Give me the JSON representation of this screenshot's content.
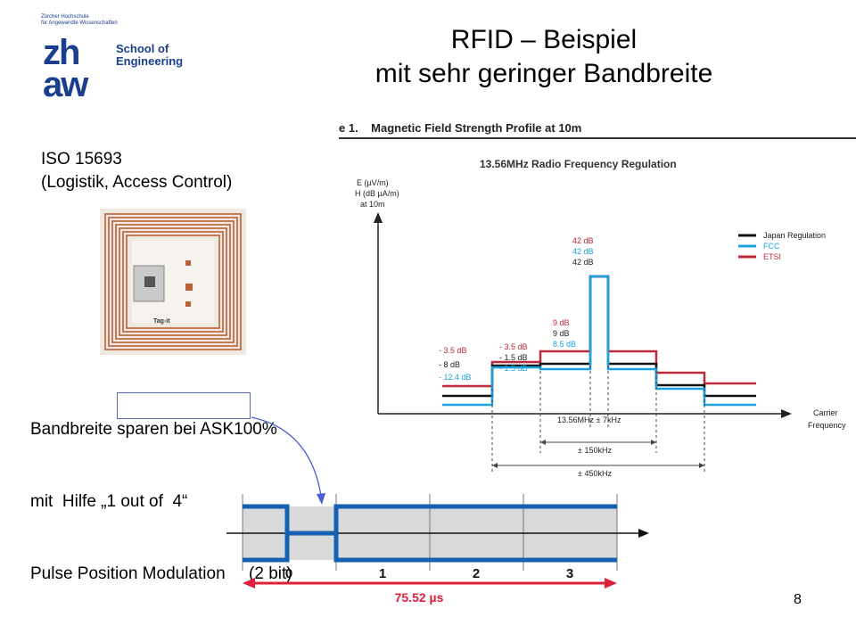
{
  "logo": {
    "subtitle_line1": "Zürcher Hochschule",
    "subtitle_line2": "für Angewandte Wissenschaften",
    "mark_top": "zh",
    "mark_bottom": "aw",
    "school_line1": "School of",
    "school_line2": "Engineering"
  },
  "title": {
    "line1": "RFID – Beispiel",
    "line2": "mit sehr geringer Bandbreite"
  },
  "iso": {
    "line1": "ISO 15693",
    "line2": "(Logistik, Access Control)"
  },
  "tag": {
    "label": "Tag-it"
  },
  "bandwidth": {
    "line1": "Bandbreite sparen bei ASK100%",
    "line2": "mit  Hilfe „1 out of  4“",
    "line3": "Pulse Position Modulation     (2 bit)"
  },
  "figure": {
    "heading": "e 1.    Magnetic Field Strength Profile at 10m",
    "chart_title": "13.56MHz Radio Frequency Regulation",
    "ylabel_line1": "E (µV/m)",
    "ylabel_line2": "H (dB µA/m)",
    "ylabel_line3": "at 10m",
    "xlabel_line1": "Carrier",
    "xlabel_line2": "Frequency",
    "legend": [
      {
        "name": "Japan Regulation",
        "color": "#111111"
      },
      {
        "name": "FCC",
        "color": "#1aa3e0"
      },
      {
        "name": "ETSI",
        "color": "#c0283c"
      }
    ],
    "labels": {
      "center_1": "42 dB",
      "center_2": "42 dB",
      "center_3": "42 dB",
      "inner_1": "9 dB",
      "inner_2": "9 dB",
      "inner_3": "8.5 dB",
      "mid_1": "- 3.5 dB",
      "mid_2": "- 1.5 dB",
      "mid_3": "- 1.5 dB",
      "outer_1": "- 3.5 dB",
      "outer_2": "- 8 dB",
      "outer_3": "- 12.4 dB"
    },
    "span_7khz": "13.56MHz ± 7kHz",
    "span_150khz": "± 150kHz",
    "span_450khz": "± 450kHz"
  },
  "ppm": {
    "slots": [
      "0",
      "1",
      "2",
      "3"
    ],
    "duration": "75.52 µs",
    "accent": "#1560b0",
    "duration_color": "#e0203a"
  },
  "page_number": "8"
}
